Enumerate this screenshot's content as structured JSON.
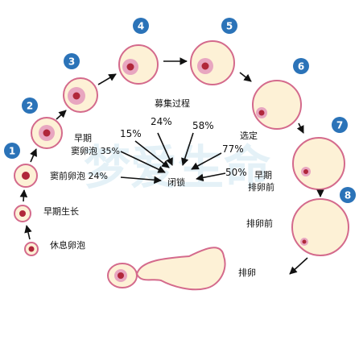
{
  "watermark": "梦爱生命",
  "colors": {
    "badge": "#2b73b8",
    "badge_text": "#ffffff",
    "follicle_fill": "#fdf1d6",
    "follicle_stroke": "#d46a8c",
    "oocyte": "#b0273a",
    "granulosa": "#e8a6c0",
    "arrow": "#111111",
    "watermark": "#d3e9f3"
  },
  "badges": [
    "1",
    "2",
    "3",
    "4",
    "5",
    "6",
    "7",
    "8"
  ],
  "stages": {
    "resting": "休息卵泡",
    "early_growth": "早期生长",
    "preantral": "窦前卵泡 24%",
    "early_antral_line1": "早期",
    "early_antral_line2": "窦卵泡 35%",
    "recruitment": "募集过程",
    "selection": "选定",
    "early_preovulatory_line1": "早期",
    "early_preovulatory_line2": "排卵前",
    "preovulatory": "排卵前",
    "ovulation": "排卵"
  },
  "atresia": {
    "label": "闭锁",
    "percentages": [
      "15%",
      "24%",
      "58%",
      "77%",
      "50%"
    ]
  }
}
